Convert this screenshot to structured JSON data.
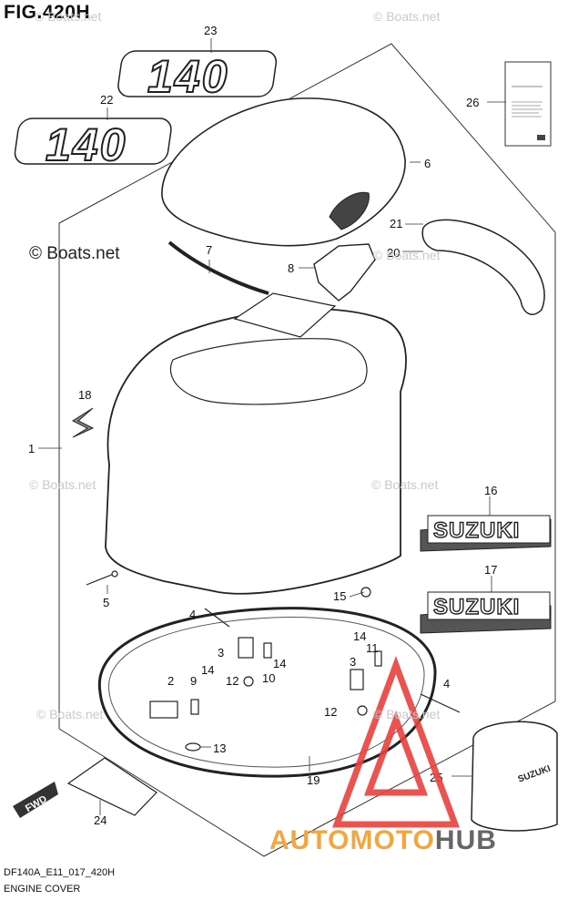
{
  "figure": {
    "title": "FIG.420H",
    "code": "DF140A_E11_017_420H",
    "name": "ENGINE COVER"
  },
  "watermark": {
    "text": "© Boats.net",
    "copyright": "© Boats.net"
  },
  "brand": {
    "part1": "AUTOMOTO",
    "part2": "HUB",
    "accent_color": "#f2a640",
    "dark_color": "#666666",
    "triangle_color": "#e8413c"
  },
  "decals": {
    "model_number": "140",
    "brand_name": "SUZUKI",
    "fwd": "FWD",
    "small_brand": "SUZUKI"
  },
  "callouts": [
    "1",
    "2",
    "3",
    "3",
    "4",
    "4",
    "5",
    "6",
    "7",
    "8",
    "9",
    "10",
    "11",
    "12",
    "12",
    "13",
    "14",
    "14",
    "14",
    "15",
    "16",
    "17",
    "18",
    "19",
    "20",
    "21",
    "22",
    "23",
    "24",
    "25",
    "26"
  ]
}
